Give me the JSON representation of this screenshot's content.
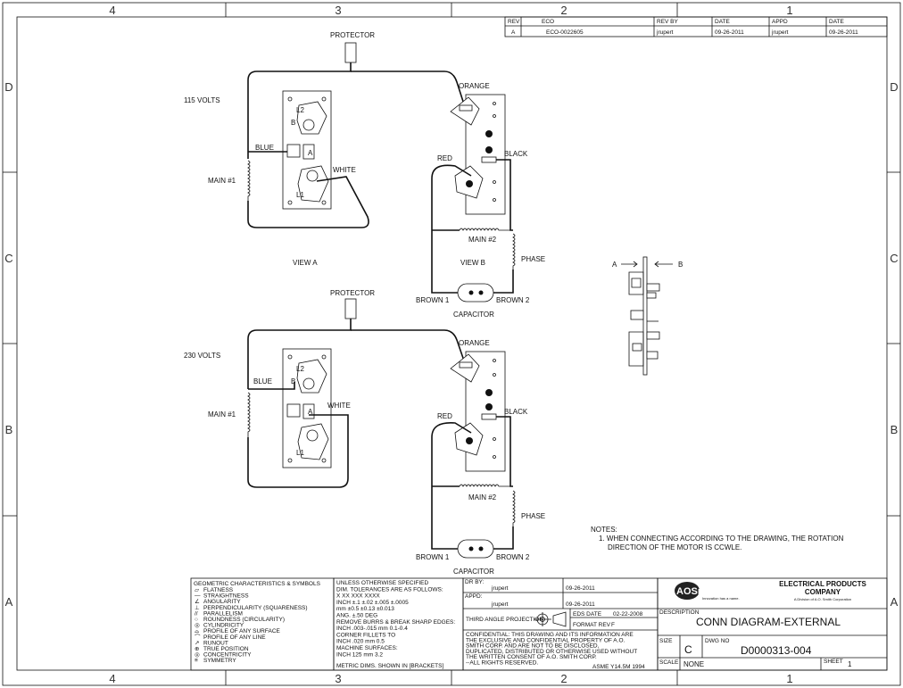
{
  "zones": {
    "cols": [
      "4",
      "3",
      "2",
      "1"
    ],
    "rows": [
      "D",
      "C",
      "B",
      "A"
    ]
  },
  "revision": {
    "headers": [
      "REV",
      "ECO",
      "REV BY",
      "DATE",
      "APPD",
      "DATE"
    ],
    "row": [
      "A",
      "ECO-0022605",
      "jrupert",
      "09-26-2011",
      "jrupert",
      "09-26-2011"
    ]
  },
  "view_a": {
    "voltage": "115 VOLTS",
    "protector": "PROTECTOR",
    "blue": "BLUE",
    "white": "WHITE",
    "main1": "MAIN #1",
    "l2": "L2",
    "b": "B",
    "a": "A",
    "l1": "L1",
    "title": "VIEW A"
  },
  "view_b": {
    "orange": "ORANGE",
    "black": "BLACK",
    "red": "RED",
    "main2": "MAIN #2",
    "phase": "PHASE",
    "title": "VIEW B",
    "brown1": "BROWN 1",
    "brown2": "BROWN 2",
    "capacitor": "CAPACITOR"
  },
  "view_c": {
    "voltage": "230 VOLTS",
    "protector": "PROTECTOR",
    "blue": "BLUE",
    "white": "WHITE",
    "main1": "MAIN #1",
    "l2": "L2",
    "b": "B",
    "a": "A",
    "l1": "L1"
  },
  "view_d": {
    "orange": "ORANGE",
    "black": "BLACK",
    "red": "RED",
    "main2": "MAIN #2",
    "phase": "PHASE",
    "brown1": "BROWN 1",
    "brown2": "BROWN 2",
    "capacitor": "CAPACITOR"
  },
  "section": {
    "a": "A",
    "b": "B"
  },
  "notes": {
    "title": "NOTES:",
    "line1": "1.  WHEN  CONNECTING  ACCORDING  TO  THE  DRAWING,  THE  ROTATION",
    "line2": "DIRECTION  OF  THE  MOTOR  IS  CCWLE."
  },
  "gdt": {
    "title": "GEOMETRIC CHARACTERISTICS & SYMBOLS",
    "items": [
      "FLATNESS",
      "STRAIGHTNESS",
      "ANGULARITY",
      "PERPENDICULARITY (SQUARENESS)",
      "PARALLELISM",
      "ROUNDNESS (CIRCULARITY)",
      "CYLINDRICITY",
      "PROFILE OF ANY SURFACE",
      "PROFILE OF ANY LINE",
      "RUNOUT",
      "TRUE POSITION",
      "CONCENTRICITY",
      "SYMMETRY"
    ],
    "symbols": [
      "▱",
      "—",
      "∠",
      "⊥",
      "//",
      "○",
      "◎",
      "⌓",
      "⌒",
      "↗",
      "⊕",
      "◎",
      "≡"
    ]
  },
  "tolerances": {
    "lines": [
      "UNLESS OTHERWISE SPECIFIED",
      "DIM. TOLERANCES ARE AS FOLLOWS:",
      "        X       XX      XXX     XXXX",
      "INCH   ±.1   ±.02   ±.005  ±.0005",
      "mm    ±0.5 ±0.13 ±0.013",
      "ANG. ±.50 DEG",
      "REMOVE BURRS & BREAK SHARP EDGES:",
      "   INCH .003-.015    mm 0.1-0.4",
      "CORNER FILLETS TO",
      "   INCH .020   mm 0.5",
      "MACHINE SURFACES:",
      "   INCH 125  mm 3.2"
    ],
    "footer": "METRIC DIMS. SHOWN IN [BRACKETS]"
  },
  "approvals": {
    "dr_by": "DR BY:",
    "drawer": "jrupert",
    "dr_date": "09-26-2011",
    "appd": "APPD:",
    "approver": "jrupert",
    "appd_date": "09-26-2011",
    "projection": "THIRD ANGLE PROJECTION",
    "confidential": [
      "CONFIDENTIAL: THIS DRAWING AND ITS INFORMATION ARE",
      "THE EXCLUSIVE AND CONFIDENTIAL PROPERTY OF A.O.",
      "SMITH CORP. AND ARE NOT TO BE DISCLOSED,",
      "DUPLICATED, DISTRIBUTED OR OTHERWISE USED WITHOUT",
      "THE WRITTEN CONSENT OF A.O. SMITH CORP.",
      "--ALL RIGHTS RESERVED."
    ],
    "asme": "ASME  Y14.5M  1994"
  },
  "title_block": {
    "logo_text": "AOSmith",
    "logo_tagline": "Innovation has a name.",
    "company_line1": "ELECTRICAL PRODUCTS",
    "company_line2": "COMPANY",
    "company_sub": "A Division of A.O. Smith Corporation",
    "eds_date_label": "EDS DATE",
    "eds_date": "02-22-2008",
    "format_rev_label": "FORMAT REV",
    "format_rev": "F",
    "description_label": "DESCRIPTION",
    "description": "CONN  DIAGRAM-EXTERNAL",
    "size_label": "SIZE",
    "size": "C",
    "dwg_no_label": "DWG NO",
    "dwg_no": "D0000313-004",
    "scale_label": "SCALE",
    "scale": "NONE",
    "sheet_label": "SHEET",
    "sheet": "1"
  }
}
